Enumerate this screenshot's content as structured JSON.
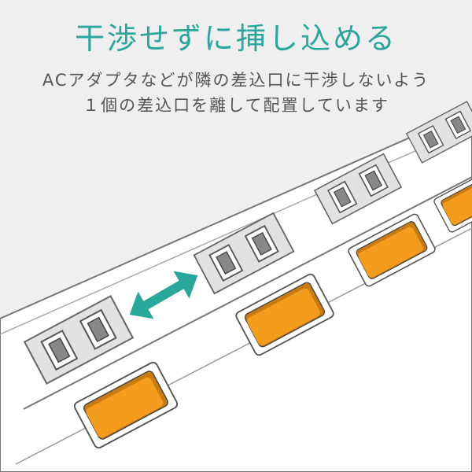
{
  "headline": "干渉せずに挿し込める",
  "description": {
    "line1": "ACアダプタなどが隣の差込口に干渉しないよう",
    "line2": "１個の差込口を離して配置しています"
  },
  "colors": {
    "accent": "#2aa79b",
    "switch": "#f39c1e",
    "background": "#efefef"
  }
}
